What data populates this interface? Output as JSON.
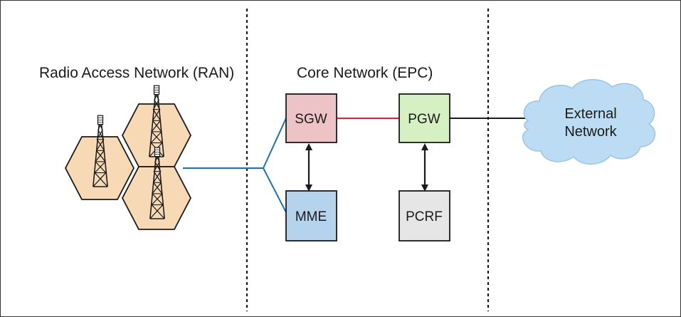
{
  "sections": {
    "ran_title": "Radio Access Network (RAN)",
    "core_title": "Core Network (EPC)"
  },
  "nodes": {
    "sgw": {
      "label": "SGW",
      "color": "#eec3c6"
    },
    "pgw": {
      "label": "PGW",
      "color": "#d6f0c3"
    },
    "mme": {
      "label": "MME",
      "color": "#b6d3ee"
    },
    "pcrf": {
      "label": "PCRF",
      "color": "#e6e6e6"
    }
  },
  "external": {
    "line1": "External",
    "line2": "Network",
    "color": "#bcdcf3"
  },
  "colors": {
    "ran_link": "#1f6fb2",
    "sgw_pgw_link": "#d62a2a",
    "external_link": "#1a1a1a",
    "hexagon_fill": "#f7d9b6"
  }
}
